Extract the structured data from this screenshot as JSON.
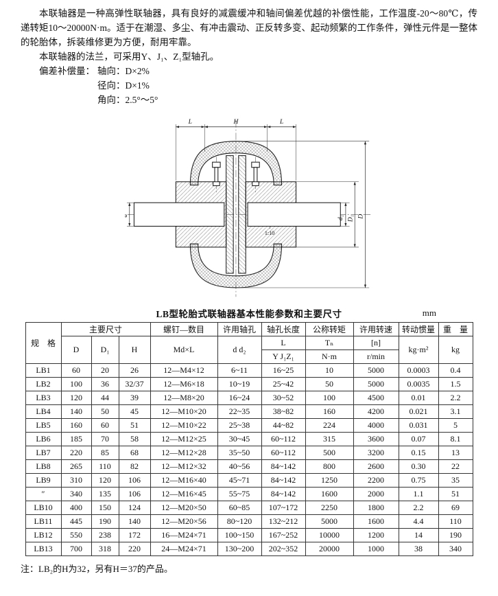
{
  "intro": {
    "para1": "本联轴器是一种高弹性联轴器，具有良好的减震缓冲和轴间偏差优越的补偿性能，工作温度-20～80℃，传递转矩10～20000N·m。适于在潮湿、多尘、有冲击震动、正反转多变、起动频繁的工作条件，弹性元件是一整体的轮胎体，拆装维修更为方便，耐用牢靠。",
    "para2": "本联轴器的法兰，可采用Y、J₁、Z₁型轴孔。",
    "comp_label": "偏差补偿量：",
    "comp_axial": "轴向：D×2%",
    "comp_radial": "径向：D×1%",
    "comp_angular": "角向：2.5°～5°"
  },
  "diagram": {
    "dim_left": "L",
    "dim_mid": "H",
    "dim_right": "L",
    "dim_bore": "d",
    "dim_bore_right": "d₁",
    "dim_hub_dia": "D₁",
    "dim_outer_dia": "D",
    "taper": "1:10"
  },
  "table": {
    "title": "LB型轮胎式联轴器基本性能参数和主要尺寸",
    "unit": "mm",
    "headers": {
      "spec": "规　格",
      "main_dims": "主要尺寸",
      "D": "D",
      "D1": "D₁",
      "H": "H",
      "screws": "螺钉—数目",
      "screws_sub": "Md×L",
      "bore": "许用轴孔",
      "bore_sub": "d d₂",
      "bore_len": "轴孔长度",
      "bore_len_L": "L",
      "bore_len_sub": "Y J₁Z₁",
      "torque": "公称转矩",
      "torque_sym": "Tₙ",
      "torque_unit": "N·m",
      "speed": "许用转速",
      "speed_sym": "[n]",
      "speed_unit": "r/min",
      "inertia": "转动惯量",
      "inertia_unit": "kg·m²",
      "weight": "重　量",
      "weight_unit": "kg"
    },
    "rows": [
      [
        "LB1",
        "60",
        "20",
        "26",
        "12—M4×12",
        "6~11",
        "16~25",
        "10",
        "5000",
        "0.0003",
        "0.4"
      ],
      [
        "LB2",
        "100",
        "36",
        "32/37",
        "12—M6×18",
        "10~19",
        "25~42",
        "50",
        "5000",
        "0.0035",
        "1.5"
      ],
      [
        "LB3",
        "120",
        "44",
        "39",
        "12—M8×20",
        "16~24",
        "30~52",
        "100",
        "4500",
        "0.01",
        "2.2"
      ],
      [
        "LB4",
        "140",
        "50",
        "45",
        "12—M10×20",
        "22~35",
        "38~82",
        "160",
        "4200",
        "0.021",
        "3.1"
      ],
      [
        "LB5",
        "160",
        "60",
        "51",
        "12—M10×22",
        "25~38",
        "44~82",
        "224",
        "4000",
        "0.031",
        "5"
      ],
      [
        "LB6",
        "185",
        "70",
        "58",
        "12—M12×25",
        "30~45",
        "60~112",
        "315",
        "3600",
        "0.07",
        "8.1"
      ],
      [
        "LB7",
        "220",
        "85",
        "68",
        "12—M12×28",
        "35~50",
        "60~112",
        "500",
        "3200",
        "0.15",
        "13"
      ],
      [
        "LB8",
        "265",
        "110",
        "82",
        "12—M12×32",
        "40~56",
        "84~142",
        "800",
        "2600",
        "0.30",
        "22"
      ],
      [
        "LB9",
        "310",
        "120",
        "106",
        "12—M16×40",
        "45~71",
        "84~142",
        "1250",
        "2200",
        "0.75",
        "35"
      ],
      [
        "″",
        "340",
        "135",
        "106",
        "12—M16×45",
        "55~75",
        "84~142",
        "1600",
        "2000",
        "1.1",
        "51"
      ],
      [
        "LB10",
        "400",
        "150",
        "124",
        "12—M20×50",
        "60~85",
        "107~172",
        "2250",
        "1800",
        "2.2",
        "69"
      ],
      [
        "LB11",
        "445",
        "190",
        "140",
        "12—M20×56",
        "80~120",
        "132~212",
        "5000",
        "1600",
        "4.4",
        "110"
      ],
      [
        "LB12",
        "550",
        "238",
        "172",
        "16—M24×71",
        "100~150",
        "167~252",
        "10000",
        "1200",
        "14",
        "190"
      ],
      [
        "LB13",
        "700",
        "318",
        "220",
        "24—M24×71",
        "130~200",
        "202~352",
        "20000",
        "1000",
        "38",
        "340"
      ]
    ]
  },
  "footnote": "注：LB₂的H为32，另有H＝37的产品。"
}
